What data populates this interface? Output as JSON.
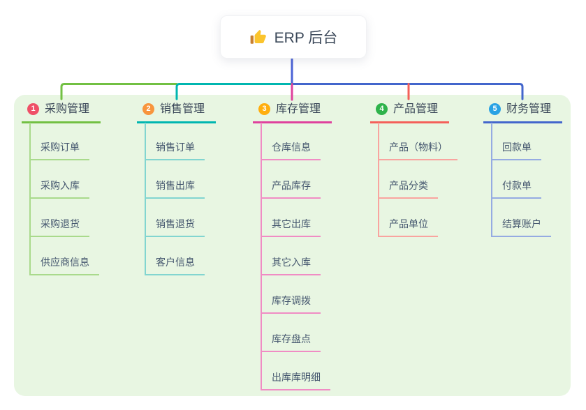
{
  "root": {
    "title": "ERP 后台",
    "icon": "thumbs-up"
  },
  "branches": [
    {
      "badge": "1",
      "label": "采购管理",
      "children": [
        "采购订单",
        "采购入库",
        "采购退货",
        "供应商信息"
      ]
    },
    {
      "badge": "2",
      "label": "销售管理",
      "children": [
        "销售订单",
        "销售出库",
        "销售退货",
        "客户信息"
      ]
    },
    {
      "badge": "3",
      "label": "库存管理",
      "children": [
        "仓库信息",
        "产品库存",
        "其它出库",
        "其它入库",
        "库存调拨",
        "库存盘点",
        "出库库明细"
      ]
    },
    {
      "badge": "4",
      "label": "产品管理",
      "children": [
        "产品（物料）",
        "产品分类",
        "产品单位"
      ]
    },
    {
      "badge": "5",
      "label": "财务管理",
      "children": [
        "回款单",
        "付款单",
        "结算账户"
      ]
    }
  ],
  "colors": {
    "panel": "#e8f6e2",
    "title_text": "#3b4859",
    "node_text": "#44566e",
    "stem": "#4b63d6",
    "branch1": "#72c043",
    "branch1_light": "#a9da8c",
    "badge1": "#ef5067",
    "branch2": "#00b6b0",
    "branch2_light": "#82d5d0",
    "badge2": "#f8953d",
    "branch3": "#df419d",
    "branch3_light": "#f08cc4",
    "badge3": "#ffae0e",
    "branch4": "#f4605a",
    "branch4_light": "#f9a49f",
    "badge4": "#2eb34b",
    "branch5": "#4366cc",
    "branch5_light": "#95abe2",
    "badge5": "#29a2e4",
    "icon_hand": "#fbc42c",
    "icon_cuff": "#c97f2e"
  }
}
